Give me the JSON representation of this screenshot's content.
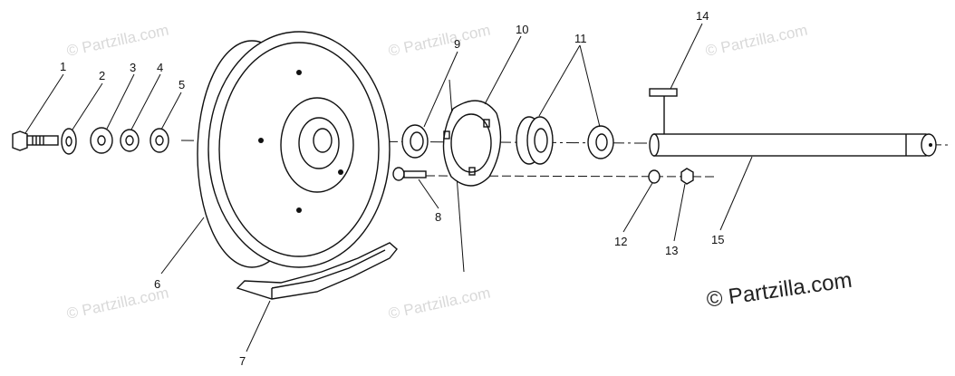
{
  "watermark_text": "© Partzilla.com",
  "copyright": "© Partzilla.com",
  "callouts": [
    "1",
    "2",
    "3",
    "4",
    "5",
    "6",
    "7",
    "8",
    "9",
    "10",
    "11",
    "12",
    "13",
    "14",
    "15"
  ]
}
